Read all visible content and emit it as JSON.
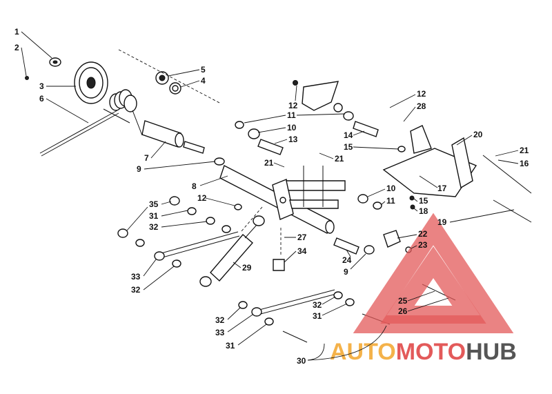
{
  "diagram": {
    "callouts": [
      "1",
      "2",
      "3",
      "4",
      "5",
      "6",
      "7",
      "8",
      "9",
      "9",
      "10",
      "10",
      "11",
      "11",
      "12",
      "12",
      "12",
      "13",
      "14",
      "15",
      "15",
      "16",
      "17",
      "18",
      "19",
      "20",
      "21",
      "21",
      "21",
      "22",
      "23",
      "24",
      "25",
      "26",
      "27",
      "28",
      "29",
      "30",
      "31",
      "31",
      "31",
      "32",
      "32",
      "32",
      "32",
      "33",
      "33",
      "34",
      "35"
    ]
  },
  "watermark": {
    "part1": "AUTO",
    "part2": "MOTO",
    "part3": "HUB",
    "color1": "#f4b24a",
    "color2": "#e35a5a",
    "color3": "#555555"
  }
}
